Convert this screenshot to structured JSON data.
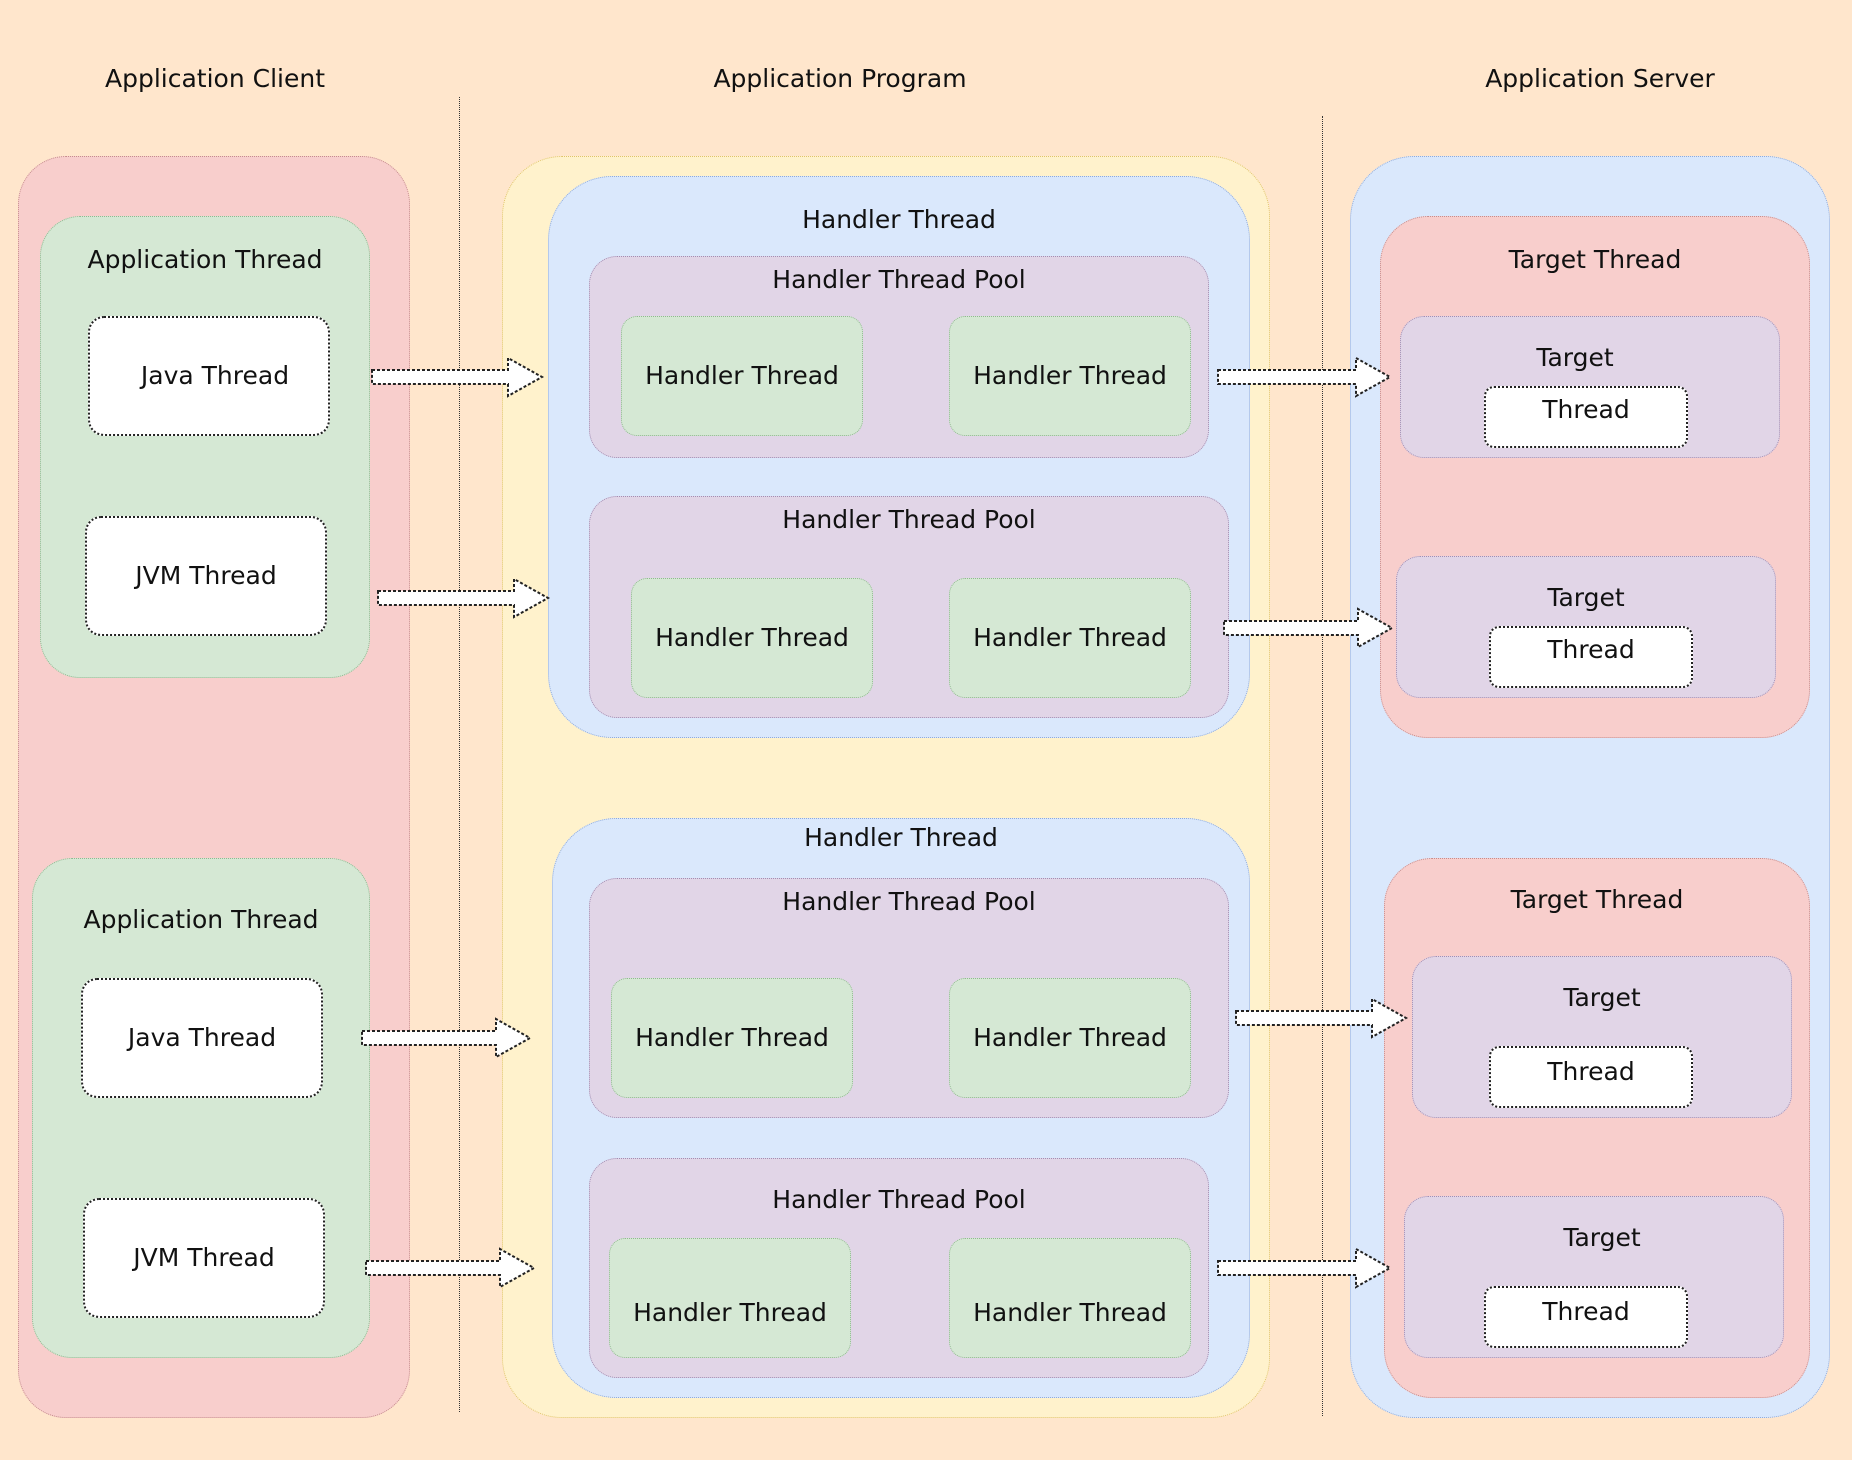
{
  "columns": {
    "client": "Application Client",
    "program": "Application Program",
    "server": "Application Server"
  },
  "client": {
    "groups": [
      {
        "title": "Application Thread",
        "threads": [
          "Java Thread",
          "JVM Thread"
        ]
      },
      {
        "title": "Application Thread",
        "threads": [
          "Java Thread",
          "JVM Thread"
        ]
      }
    ]
  },
  "program": {
    "handlers": [
      {
        "title": "Handler Thread",
        "pools": [
          {
            "title": "Handler Thread Pool",
            "threads": [
              "Handler Thread",
              "Handler Thread"
            ]
          },
          {
            "title": "Handler Thread Pool",
            "threads": [
              "Handler Thread",
              "Handler Thread"
            ]
          }
        ]
      },
      {
        "title": "Handler Thread",
        "pools": [
          {
            "title": "Handler Thread Pool",
            "threads": [
              "Handler Thread",
              "Handler Thread"
            ]
          },
          {
            "title": "Handler Thread Pool",
            "threads": [
              "Handler Thread",
              "Handler Thread"
            ]
          }
        ]
      }
    ]
  },
  "server": {
    "targets": [
      {
        "title": "Target Thread",
        "items": [
          {
            "title": "Target",
            "thread": "Thread"
          },
          {
            "title": "Target",
            "thread": "Thread"
          }
        ]
      },
      {
        "title": "Target Thread",
        "items": [
          {
            "title": "Target",
            "thread": "Thread"
          },
          {
            "title": "Target",
            "thread": "Thread"
          }
        ]
      }
    ]
  }
}
